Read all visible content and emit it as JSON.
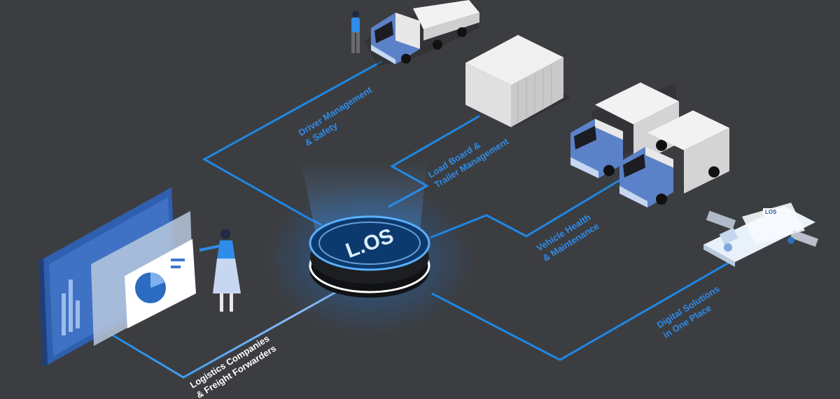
{
  "hub": {
    "label": "L.OS"
  },
  "branches": {
    "driver": {
      "line1": "Driver Management",
      "line2": "& Safety"
    },
    "load_board": {
      "line1": "Load Board &",
      "line2": "Trailer Management"
    },
    "vehicle": {
      "line1": "Vehicle Health",
      "line2": "& Maintenance"
    },
    "digital": {
      "line1": "Digital Solutions",
      "line2": "in One Place"
    },
    "logistics": {
      "line1": "Logistics Companies",
      "line2": "& Freight Forwarders"
    }
  },
  "phone": {
    "logo": "LOS"
  },
  "colors": {
    "background": "#3c3d41",
    "accent": "#2f8ce8",
    "line": "#1e88e5",
    "truck_blue": "#5b82c8"
  }
}
